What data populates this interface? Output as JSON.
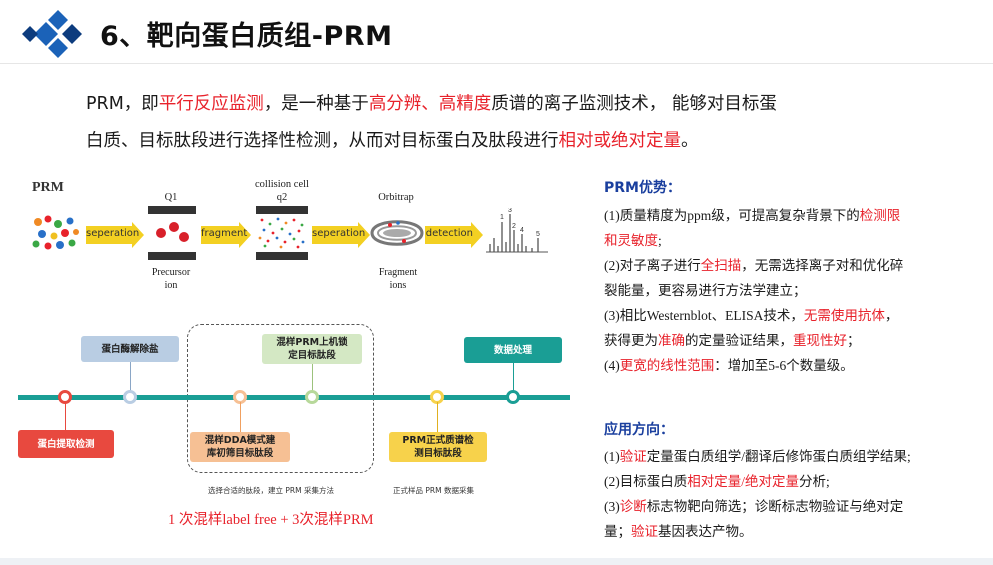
{
  "slide": {
    "title": "6、靶向蛋白质组-PRM",
    "intro": {
      "line1": [
        {
          "text": "PRM，即",
          "red": false
        },
        {
          "text": "平行反应监测",
          "red": true
        },
        {
          "text": "，是一种基于",
          "red": false
        },
        {
          "text": "高分辨、高精度",
          "red": true
        },
        {
          "text": "质谱的离子监测技术， 能够对目标蛋",
          "red": false
        }
      ],
      "line2": [
        {
          "text": "白质、目标肽段进行选择性检测，从而对目标蛋白及肽段进行",
          "red": false
        },
        {
          "text": "相对或绝对定量",
          "red": true
        },
        {
          "text": "。",
          "red": false
        }
      ]
    }
  },
  "workflow": {
    "label": "PRM",
    "arrows": [
      "seperation",
      "fragment",
      "seperation",
      "detection"
    ],
    "stages": {
      "q1": "Q1",
      "collision": "collision cell",
      "q2": "q2",
      "orbitrap": "Orbitrap",
      "precursor": "Precursor",
      "precursor_ion": "ion",
      "fragment": "Fragment",
      "fragment_ions": "ions"
    },
    "spectrum_labels": [
      "1",
      "3",
      "4",
      "2",
      "5"
    ]
  },
  "timeline": {
    "steps": {
      "extract": "蛋白提取检测",
      "digest": "蛋白酶解除盐",
      "dda_line1": "混样DDA模式建",
      "dda_line2": "库初筛目标肽段",
      "prm_mix_line1": "混样PRM上机锁",
      "prm_mix_line2": "定目标肽段",
      "prm_formal_line1": "PRM正式质谱检",
      "prm_formal_line2": "测目标肽段",
      "data": "数据处理"
    },
    "caption_left": "选择合适的肽段，建立 PRM 采集方法",
    "caption_right": "正式样品 PRM 数据采集",
    "sample_line": "1 次混样label free + 3次混样PRM",
    "colors": {
      "line": "#1a9e95",
      "red": "#e8493f",
      "blue": "#b9cde3",
      "orange": "#f6c094",
      "green": "#d4e8c4",
      "yellow": "#f7d24b",
      "teal": "#1a9e95"
    }
  },
  "advantages": {
    "heading": "PRM优势：",
    "items": [
      {
        "parts": [
          {
            "text": "(1)质量精度为ppm级，可提高复杂背景下的",
            "red": false
          },
          {
            "text": "检测限",
            "red": true
          }
        ]
      },
      {
        "parts": [
          {
            "text": "和灵敏度",
            "red": true
          },
          {
            "text": ";",
            "red": false
          }
        ]
      },
      {
        "parts": [
          {
            "text": "(2)对子离子进行",
            "red": false
          },
          {
            "text": "全扫描",
            "red": true
          },
          {
            "text": "，无需选择离子对和优化碎",
            "red": false
          }
        ]
      },
      {
        "parts": [
          {
            "text": "裂能量，更容易进行方法学建立；",
            "red": false
          }
        ]
      },
      {
        "parts": [
          {
            "text": "(3)相比Westernblot、ELISA技术，",
            "red": false
          },
          {
            "text": "无需使用抗体",
            "red": true
          },
          {
            "text": "，",
            "red": false
          }
        ]
      },
      {
        "parts": [
          {
            "text": "获得更为",
            "red": false
          },
          {
            "text": "准确",
            "red": true
          },
          {
            "text": "的定量验证结果，",
            "red": false
          },
          {
            "text": "重现性好",
            "red": true
          },
          {
            "text": "；",
            "red": false
          }
        ]
      },
      {
        "parts": [
          {
            "text": "(4)",
            "red": false
          },
          {
            "text": "更宽的线性范围",
            "red": true
          },
          {
            "text": "：增加至5-6个数量级。",
            "red": false
          }
        ]
      }
    ]
  },
  "applications": {
    "heading": "应用方向：",
    "items": [
      {
        "parts": [
          {
            "text": "(1)",
            "red": false
          },
          {
            "text": "验证",
            "red": true
          },
          {
            "text": "定量蛋白质组学/翻译后修饰蛋白质组学结果;",
            "red": false
          }
        ]
      },
      {
        "parts": [
          {
            "text": "(2)目标蛋白质",
            "red": false
          },
          {
            "text": "相对定量/绝对定量",
            "red": true
          },
          {
            "text": "分析;",
            "red": false
          }
        ]
      },
      {
        "parts": [
          {
            "text": "(3)",
            "red": false
          },
          {
            "text": "诊断",
            "red": true
          },
          {
            "text": "标志物靶向筛选；诊断标志物验证与绝对定",
            "red": false
          }
        ]
      },
      {
        "parts": [
          {
            "text": "量；",
            "red": false
          },
          {
            "text": "验证",
            "red": true
          },
          {
            "text": "基因表达产物。",
            "red": false
          }
        ]
      }
    ]
  }
}
